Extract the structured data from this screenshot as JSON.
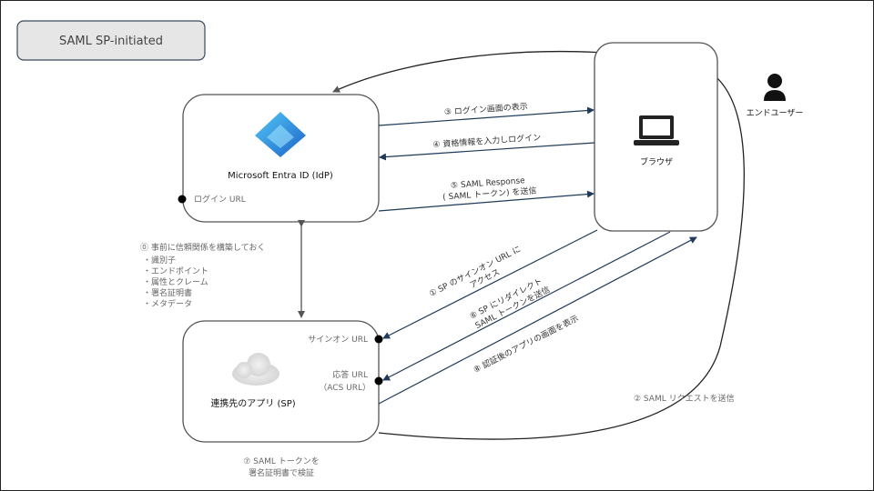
{
  "title": "SAML SP-initiated",
  "idp": {
    "name": "Microsoft Entra ID (IdP)",
    "login_url": "ログイン URL",
    "icon": "entra-id-pyramid-icon"
  },
  "browser": {
    "name": "ブラウザ",
    "icon": "laptop-icon"
  },
  "user": {
    "name": "エンドユーザー",
    "icon": "person-icon"
  },
  "sp": {
    "name": "連携先のアプリ (SP)",
    "signon_url": "サインオン URL",
    "acs_url_1": "応答 URL",
    "acs_url_2": "（ACS URL）",
    "icon": "cloud-icon"
  },
  "steps": {
    "s0": "⓪ 事前に信頼関係を構築しておく",
    "s0_items": [
      "・識別子",
      "・エンドポイント",
      "・属性とクレーム",
      "・署名証明書",
      "・メタデータ"
    ],
    "s1a": "① SP のサインオン URL に",
    "s1b": "アクセス",
    "s2": "② SAML リクエストを送信",
    "s3": "③ ログイン画面の表示",
    "s4": "④ 資格情報を入力しログイン",
    "s5a": "⑤ SAML Response",
    "s5b": "( SAML トークン) を送信",
    "s6a": "⑥ SP にリダイレクト",
    "s6b": "SAML トークンを送信",
    "s7a": "⑦ SAML トークンを",
    "s7b": "署名証明書で検証",
    "s8": "⑧ 認証後のアプリの画面を表示"
  },
  "colors": {
    "arrow": "#1f3a5a",
    "box_border": "#555555",
    "title_fill": "#e6e6e6",
    "label": "#666666"
  }
}
